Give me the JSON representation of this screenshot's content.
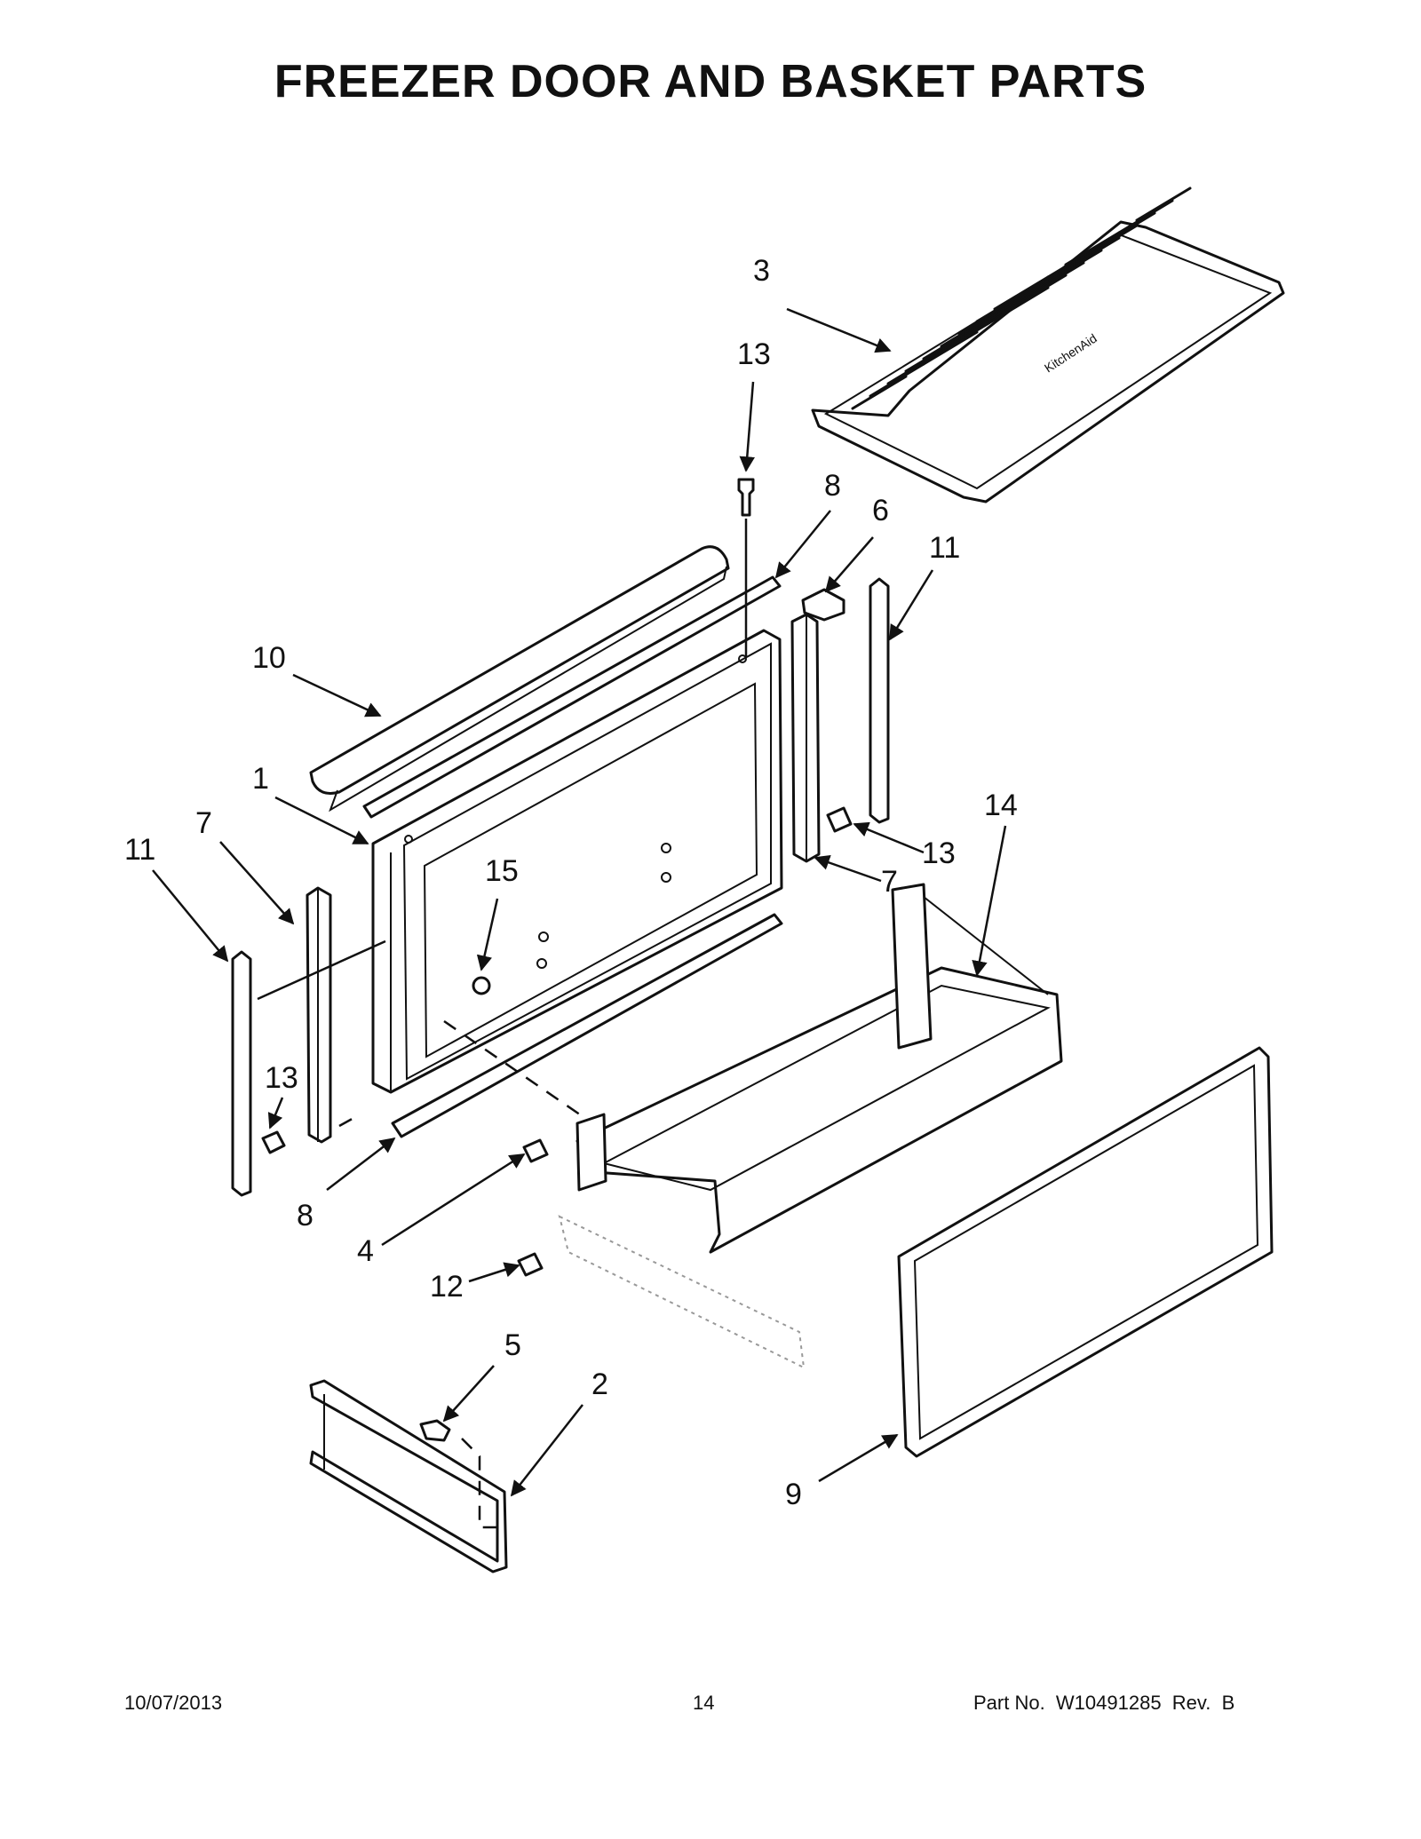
{
  "title": "FREEZER DOOR AND BASKET PARTS",
  "callouts": {
    "c3": "3",
    "c13_top": "13",
    "c8_top": "8",
    "c6": "6",
    "c11_right": "11",
    "c10": "10",
    "c1": "1",
    "c7_left": "7",
    "c11_left": "11",
    "c15": "15",
    "c13_mid": "13",
    "c7_right": "7",
    "c14": "14",
    "c13_left": "13",
    "c8_bottom": "8",
    "c4": "4",
    "c12": "12",
    "c5": "5",
    "c2": "2",
    "c9": "9"
  },
  "brand_mark": "KitchenAid",
  "footer": {
    "date": "10/07/2013",
    "page": "14",
    "part_number": "Part No.  W10491285  Rev.  B"
  }
}
